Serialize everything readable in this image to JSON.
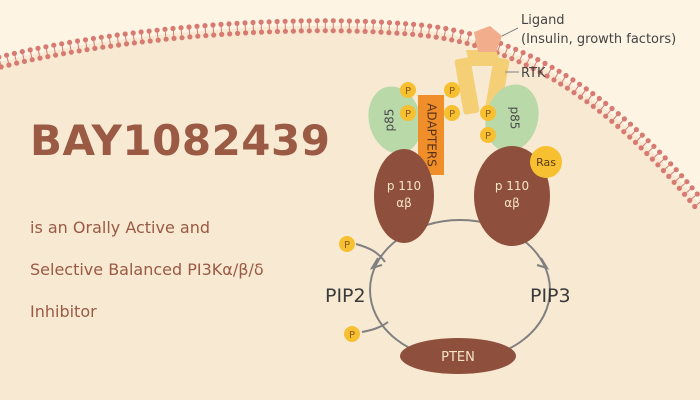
{
  "title": "BAY1082439",
  "subtitle_lines": [
    "is an Orally Active and",
    "Selective Balanced PI3Kα/β/δ",
    "Inhibitor"
  ],
  "labels": {
    "ligand": "Ligand",
    "ligand_sub": "(Insulin, growth factors)",
    "rtk": "RTK",
    "adapters": "ADAPTERS",
    "p85": "p85",
    "p110": "p 110",
    "ab": "αβ",
    "ras": "Ras",
    "pip2": "PIP2",
    "pip3": "PIP3",
    "pten": "PTEN",
    "phospho": "P"
  },
  "colors": {
    "background": "#fdf4e4",
    "cell_interior": "#f8e9d3",
    "membrane": "#d77b72",
    "brown": "#8e4f3c",
    "title_text": "#9a5a44",
    "p85_green": "#b9d9a9",
    "adapters_orange": "#f08e2a",
    "phospho_yellow": "#f6c031",
    "ras_yellow": "#f6c031",
    "rtk_yellow": "#f5cf75",
    "ligand_peach": "#f2ad8c",
    "cycle_gray": "#808080",
    "pip_dark": "#3a3a3a"
  }
}
